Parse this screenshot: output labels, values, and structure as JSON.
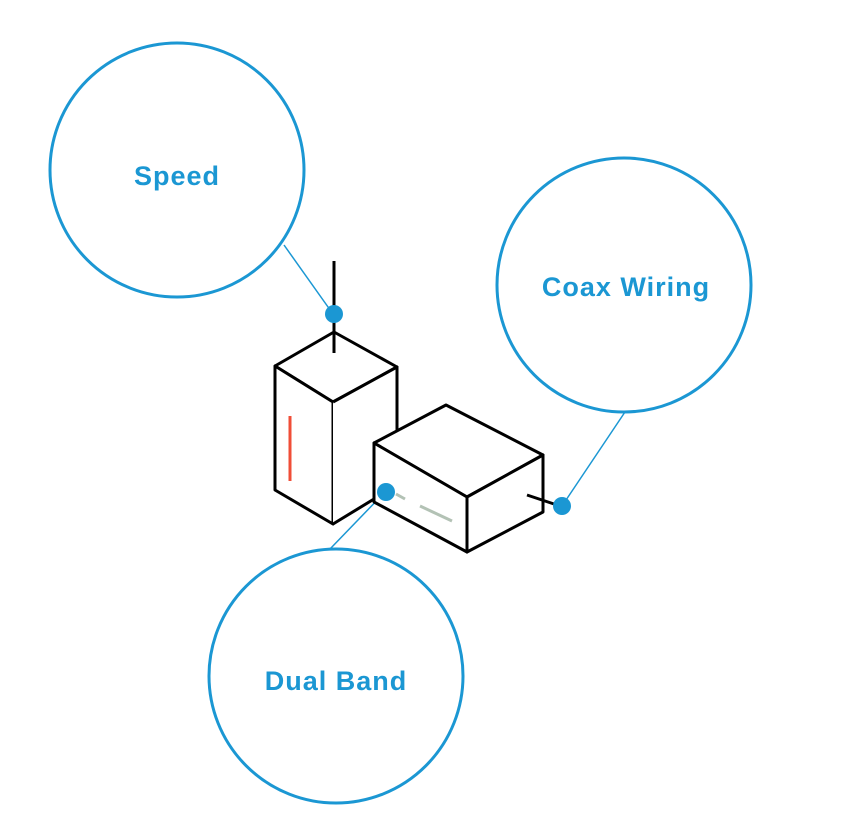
{
  "diagram": {
    "accent_color": "#1b97d3",
    "outline_color": "#000000",
    "indicator_red": "#f04e37",
    "indicator_gray": "#b3c2b5",
    "callouts": [
      {
        "id": "speed",
        "label": "Speed"
      },
      {
        "id": "coax-wiring",
        "label": "Coax Wiring"
      },
      {
        "id": "dual-band",
        "label": "Dual Band"
      }
    ],
    "devices": [
      {
        "id": "tower-router",
        "description": "Tall router unit with antenna"
      },
      {
        "id": "modem-box",
        "description": "Flat modem box"
      }
    ]
  }
}
